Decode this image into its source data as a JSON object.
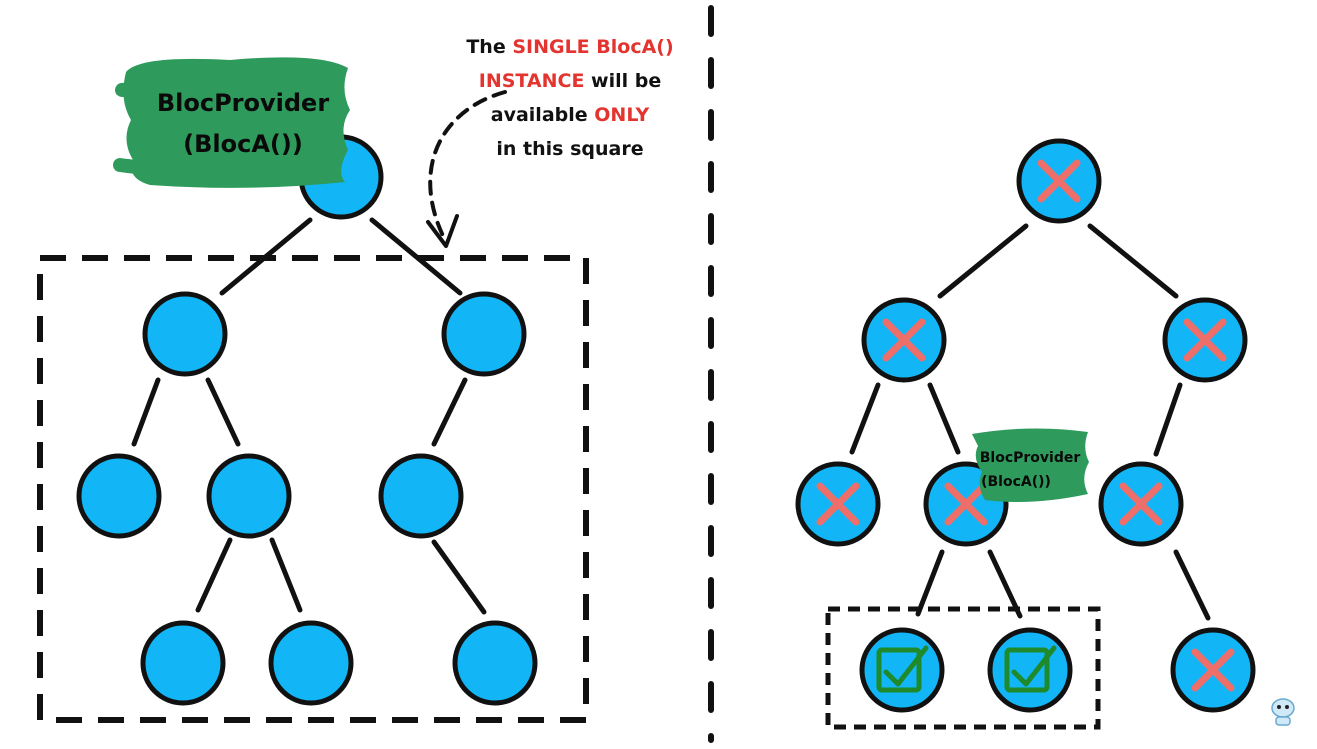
{
  "left_diagram": {
    "provider_label_line1": "BlocProvider",
    "provider_label_line2": "(BlocA())",
    "note": {
      "part1": "The ",
      "part2": "SINGLE BlocA()",
      "part3": "INSTANCE",
      "part4": " will be",
      "part5": "available ",
      "part6": "ONLY",
      "part7": "in this square"
    }
  },
  "right_diagram": {
    "provider_label_line1": "BlocProvider",
    "provider_label_line2": "(BlocA())"
  },
  "colors": {
    "node_fill": "#12b5f5",
    "provider_green": "#2e9a5c",
    "cross_red": "#ee6f6a",
    "check_green": "#1f8a2c",
    "highlight_red": "#e3342f"
  },
  "icons": [
    "cross-icon",
    "checkbox-check-icon",
    "mascot-icon"
  ]
}
